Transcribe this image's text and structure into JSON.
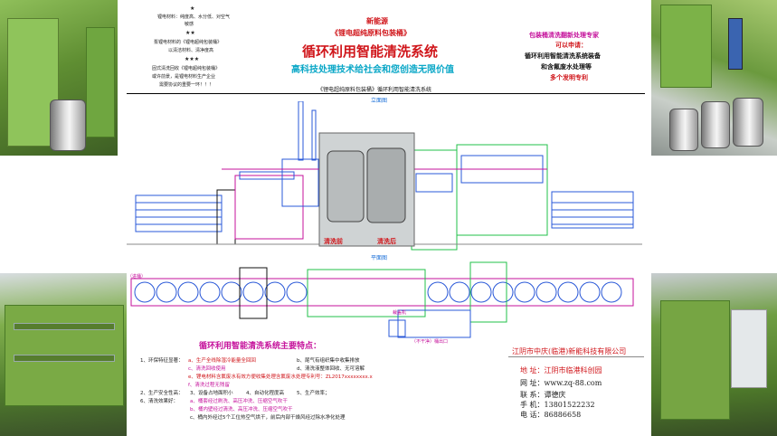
{
  "left_notes": {
    "star1": "★",
    "line1a": "锂电材料：纯度高、水分低、对空气",
    "line1b": "敏感",
    "star2": "★★",
    "line2a": "泵锂电材料的《锂电超纯包装桶》",
    "line2b": "以清洁材料、清净度高",
    "star3": "★★★",
    "line3a": "固式清洗回收《锂电超纯包装桶》",
    "line3b": "或许前景，是锂电材料生产企业",
    "line3c": "需要协议的重要一环！！！"
  },
  "header": {
    "top_label": "新能源",
    "sub_label": "《锂电超纯原料包装桶》",
    "title": "循环利用智能清洗系统",
    "slogan": "高科技处理技术给社会和您创造无限价值"
  },
  "right_notes": {
    "expert": "包装桶清洗翻新处理专家",
    "can_apply": "可以申请：",
    "item1": "循环利用智能清洗系统装备",
    "item2": "和含氟废水处理等",
    "patents": "多个发明专利"
  },
  "drawing": {
    "label_top": "《锂电超纯原料包装桶》循环利用智能清洗系统",
    "label_front": "立面图",
    "label_plan": "平面图",
    "photo_before": "清洗前",
    "photo_after": "清洗后",
    "inlet_label": "（进桶）",
    "outlet_label": "（不干净）桶出口",
    "cutter_label": "裁盖机"
  },
  "features": {
    "title": "循环利用智能清洗系统主要特点：",
    "f1": "1、环保特征显著：",
    "f1a": "a、生产全线除湿冷能量全回回",
    "f1b": "b、尾气有组织集中收集排放",
    "f1c": "c、清洗回收使用",
    "f1d": "d、清洗液整体回收、无可溶解",
    "f1e": "e、锂电材料含氟废水有效方便收集处理含氟废水处理专利号：ZL2017xxxxxxxx.x",
    "f1f": "f、清洗过程无残留",
    "f2": "2、生产安全性高：",
    "f2a": "3、设备占地面积小",
    "f2b": "4、自动化程度高",
    "f2c": "5、生产效率；",
    "f6": "6、清洗效果好：",
    "f6a": "a、桶套经过刷洗、高压冲洗、压缩空气吹干",
    "f6b": "b、桶内壁经过清洗、高压冲洗、压缩空气吹干",
    "f6c": "c、桶内外经过5个工位热空气烘干，前后内部干燥风经过除水净化处理"
  },
  "contact": {
    "company": "江阴市中庆(临港)新能科技有限公司",
    "address": "地 址：江阴市临港科创园",
    "website": "网 址：www.zq-88.com",
    "person": "联 系：谭德庆",
    "mobile": "手 机：13801522232",
    "phone": "电 话：86886658"
  },
  "colors": {
    "red": "#d0161b",
    "magenta": "#c5119b",
    "cyan": "#0aa7c7",
    "green_line": "#22c04a",
    "blue_line": "#2a58d8"
  }
}
